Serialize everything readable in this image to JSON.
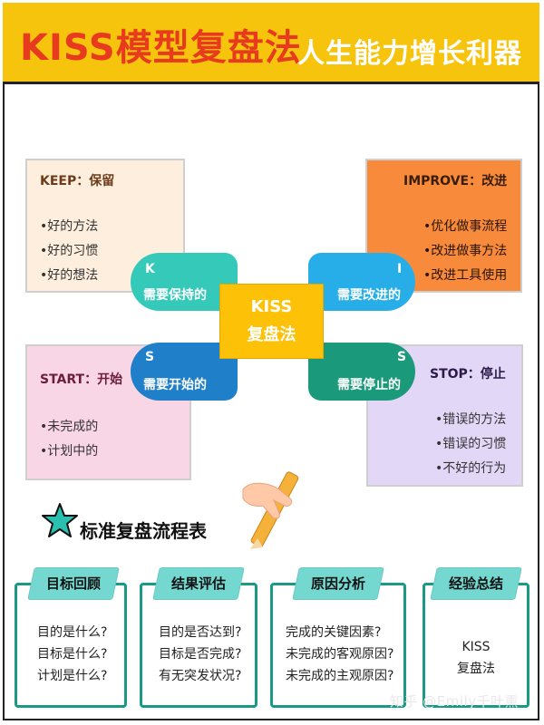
{
  "header": {
    "title": "KISS模型复盘法",
    "subtitle": "人生能力增长利器"
  },
  "colors": {
    "header_bg": "#f6c40c",
    "title_red": "#e83a1e",
    "keep_bg": "#fdeedd",
    "improve_bg": "#f88b3b",
    "start_bg": "#f9d6e6",
    "stop_bg": "#e2d7f6",
    "teal": "#35c9ba",
    "sky": "#27aee8",
    "blue": "#1f7fc9",
    "green": "#1a9a7a",
    "center": "#fdc107"
  },
  "quadrants": {
    "keep": {
      "title": "KEEP：保留",
      "items": [
        "好的方法",
        "好的习惯",
        "好的想法"
      ]
    },
    "improve": {
      "title": "IMPROVE：改进",
      "items": [
        "优化做事流程",
        "改进做事方法",
        "改进工具使用"
      ]
    },
    "start": {
      "title": "START：开始",
      "items": [
        "未完成的",
        "计划中的"
      ]
    },
    "stop": {
      "title": "STOP：停止",
      "items": [
        "错误的方法",
        "错误的习惯",
        "不好的行为"
      ]
    }
  },
  "pills": {
    "k": {
      "letter": "K",
      "text": "需要保持的"
    },
    "i": {
      "letter": "I",
      "text": "需要改进的"
    },
    "s_start": {
      "letter": "S",
      "text": "需要开始的"
    },
    "s_stop": {
      "letter": "S",
      "text": "需要停止的"
    }
  },
  "center": {
    "line1": "KISS",
    "line2": "复盘法"
  },
  "process": {
    "title": "标准复盘流程表",
    "icons": {
      "star": "star-icon",
      "hand": "hand-pencil-icon"
    },
    "cards": [
      {
        "title": "目标回顾",
        "lines": [
          "目的是什么?",
          "目标是什么?",
          "计划是什么?"
        ]
      },
      {
        "title": "结果评估",
        "lines": [
          "目的是否达到?",
          "目标是否完成?",
          "有无突发状况?"
        ]
      },
      {
        "title": "原因分析",
        "lines": [
          "完成的关键因素?",
          "未完成的客观原因?",
          "未完成的主观原因?"
        ]
      },
      {
        "title": "经验总结",
        "lines": [
          "KISS",
          "复盘法"
        ]
      }
    ]
  },
  "watermark": "知乎 @Emily千叶熏"
}
